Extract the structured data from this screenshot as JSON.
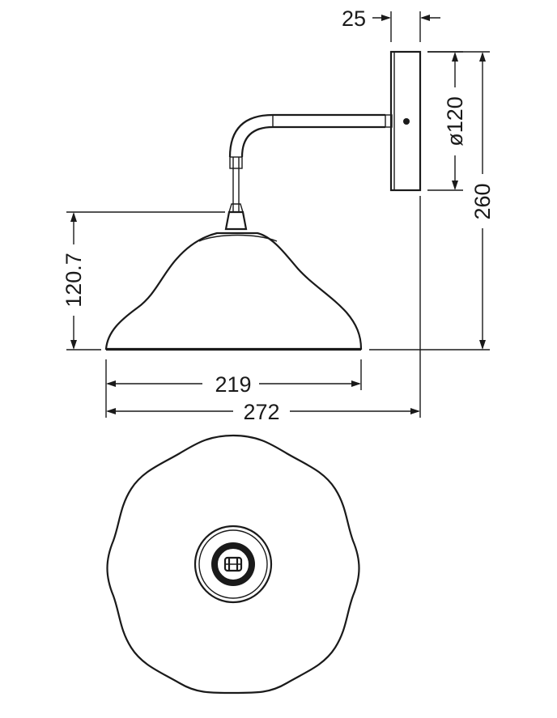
{
  "diagram": {
    "dimensions": {
      "mount_depth": "25",
      "plate_diameter": "ø120",
      "total_height": "260",
      "shade_height": "120.7",
      "shade_width": "219",
      "total_width": "272"
    }
  }
}
